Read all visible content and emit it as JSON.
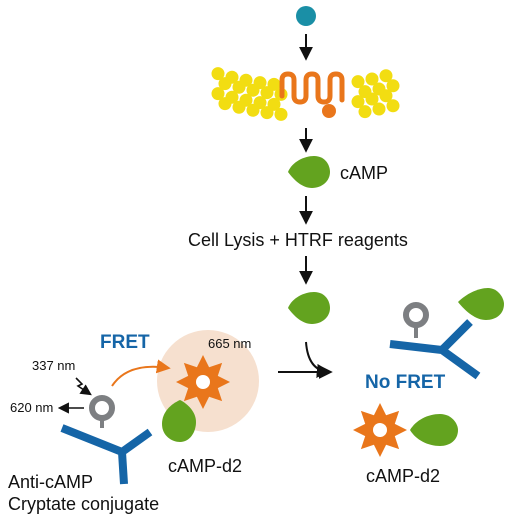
{
  "labels": {
    "camp": "cAMP",
    "lysis": "Cell Lysis + HTRF reagents",
    "fret": "FRET",
    "no_fret": "No FRET",
    "nm_665": "665 nm",
    "nm_337": "337 nm",
    "nm_620": "620 nm",
    "camp_d2_left": "cAMP-d2",
    "camp_d2_right": "cAMP-d2",
    "anti_camp_line1": "Anti-cAMP",
    "anti_camp_line2": "Cryptate conjugate"
  },
  "colors": {
    "ligand": "#1a8fa6",
    "membrane": "#f2dd12",
    "receptor": "#e9761b",
    "camp": "#63a31f",
    "antibody": "#1565a7",
    "cryptate": "#7d7f82",
    "fret_text": "#1565a7",
    "fret_glow": "#f6e0cf",
    "d2_star": "#e9761b",
    "arrow": "#111111"
  }
}
